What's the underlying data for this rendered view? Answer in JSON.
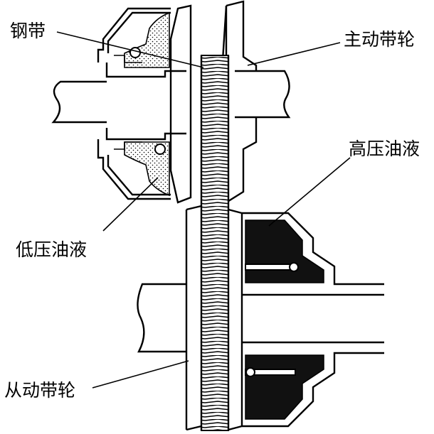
{
  "labels": {
    "steel_belt": "钢带",
    "drive_pulley": "主动带轮",
    "high_pressure_oil": "高压油液",
    "low_pressure_oil": "低压油液",
    "driven_pulley": "从动带轮"
  },
  "colors": {
    "ink": "#000000",
    "background": "#ffffff",
    "high_pressure_fill": "#111111"
  }
}
